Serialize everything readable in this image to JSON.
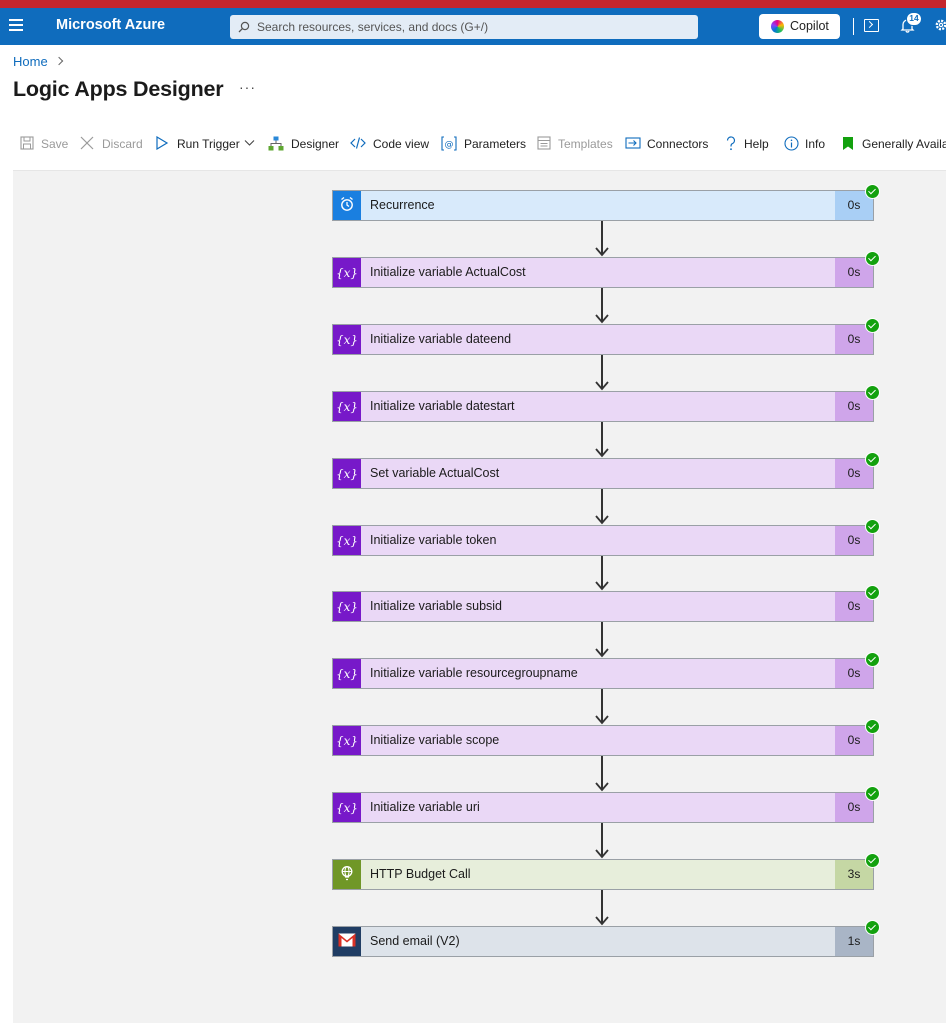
{
  "app": {
    "brand": "Microsoft Azure",
    "search_placeholder": "Search resources, services, and docs (G+/)",
    "copilot_label": "Copilot",
    "notification_count": "14"
  },
  "breadcrumb": {
    "home": "Home"
  },
  "page": {
    "title": "Logic Apps Designer",
    "more": "···"
  },
  "toolbar": {
    "save": "Save",
    "discard": "Discard",
    "run_trigger": "Run Trigger",
    "designer": "Designer",
    "code_view": "Code view",
    "parameters": "Parameters",
    "templates": "Templates",
    "connectors": "Connectors",
    "help": "Help",
    "info": "Info",
    "generally_available": "Generally Availa"
  },
  "workflow": {
    "steps": [
      {
        "title": "Recurrence",
        "duration": "0s",
        "kind": "recurrence",
        "icon": "clock-icon",
        "icon_color": "#1a7fe0",
        "body_color": "#d8eafb",
        "dur_color": "#a9cff5"
      },
      {
        "title": "Initialize variable ActualCost",
        "duration": "0s",
        "kind": "variable",
        "icon": "variable-icon",
        "icon_color": "#7719c9",
        "body_color": "#ead8f6",
        "dur_color": "#cfa5ea"
      },
      {
        "title": "Initialize variable dateend",
        "duration": "0s",
        "kind": "variable",
        "icon": "variable-icon",
        "icon_color": "#7719c9",
        "body_color": "#ead8f6",
        "dur_color": "#cfa5ea"
      },
      {
        "title": "Initialize variable datestart",
        "duration": "0s",
        "kind": "variable",
        "icon": "variable-icon",
        "icon_color": "#7719c9",
        "body_color": "#ead8f6",
        "dur_color": "#cfa5ea"
      },
      {
        "title": "Set variable ActualCost",
        "duration": "0s",
        "kind": "variable",
        "icon": "variable-icon",
        "icon_color": "#7719c9",
        "body_color": "#ead8f6",
        "dur_color": "#cfa5ea"
      },
      {
        "title": "Initialize variable token",
        "duration": "0s",
        "kind": "variable",
        "icon": "variable-icon",
        "icon_color": "#7719c9",
        "body_color": "#ead8f6",
        "dur_color": "#cfa5ea"
      },
      {
        "title": "Initialize variable subsid",
        "duration": "0s",
        "kind": "variable",
        "icon": "variable-icon",
        "icon_color": "#7719c9",
        "body_color": "#ead8f6",
        "dur_color": "#cfa5ea"
      },
      {
        "title": "Initialize variable resourcegroupname",
        "duration": "0s",
        "kind": "variable",
        "icon": "variable-icon",
        "icon_color": "#7719c9",
        "body_color": "#ead8f6",
        "dur_color": "#cfa5ea"
      },
      {
        "title": "Initialize variable scope",
        "duration": "0s",
        "kind": "variable",
        "icon": "variable-icon",
        "icon_color": "#7719c9",
        "body_color": "#ead8f6",
        "dur_color": "#cfa5ea"
      },
      {
        "title": "Initialize variable uri",
        "duration": "0s",
        "kind": "variable",
        "icon": "variable-icon",
        "icon_color": "#7719c9",
        "body_color": "#ead8f6",
        "dur_color": "#cfa5ea"
      },
      {
        "title": "HTTP Budget Call",
        "duration": "3s",
        "kind": "http",
        "icon": "http-globe-icon",
        "icon_color": "#709727",
        "body_color": "#e7eedb",
        "dur_color": "#c5d7a4"
      },
      {
        "title": "Send email (V2)",
        "duration": "1s",
        "kind": "email",
        "icon": "gmail-icon",
        "icon_color": "#203d64",
        "body_color": "#dde3ea",
        "dur_color": "#a9b5c6"
      }
    ]
  }
}
